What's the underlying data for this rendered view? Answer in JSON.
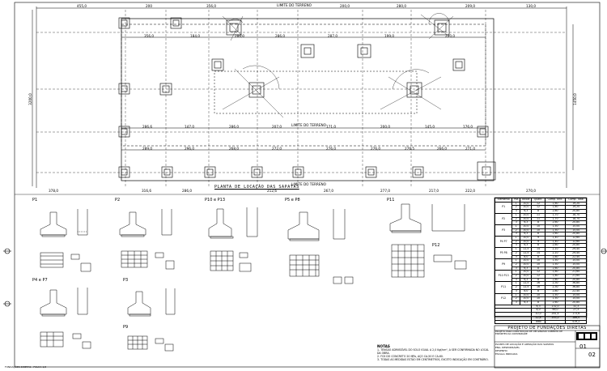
{
  "plan": {
    "title": "PLANTA DE LOCAÇÃO DAS SAPATAS",
    "dim_top": [
      "455,0",
      "200",
      "356,0",
      "200,0",
      "280,0",
      "209,0",
      "130,0"
    ],
    "dim_row1": [
      "356,0",
      "184,0",
      "286,0",
      "286,0",
      "287,0",
      "199,0",
      "220,0"
    ],
    "dim_row2": [
      "286,6",
      "147,0",
      "286,0",
      "207,0",
      "171,0",
      "200,0",
      "145,0",
      "176,0"
    ],
    "dim_row3": [
      "289,0",
      "296,0",
      "268,0",
      "272,0",
      "276,0",
      "276,0",
      "276,5",
      "266,0",
      "271,0"
    ],
    "dim_bottom": [
      "378,0",
      "316,6",
      "286,0",
      "212,6",
      "267,0",
      "277,0",
      "217,0",
      "222,0",
      "270,0"
    ],
    "left_dim": "3200,0",
    "right_dim": "1450,0",
    "boundary_top": "LIMITE DO TERRENO",
    "boundary_mid": "LIMITE DO TERRENO",
    "boundary_bot": "LIMITE DO TERRENO"
  },
  "details": [
    {
      "id": "P1"
    },
    {
      "id": "P2"
    },
    {
      "id": "P10 e P13"
    },
    {
      "id": "P5 e P8"
    },
    {
      "id": "P11"
    },
    {
      "id": "P4 e P7"
    },
    {
      "id": "P3"
    },
    {
      "id": "P9"
    },
    {
      "id": "P12"
    }
  ],
  "table": {
    "headers": [
      "Elemento",
      "Pos",
      "Bitola",
      "Quant.",
      "Comp. Unit.",
      "Comp. Total"
    ],
    "groups": [
      {
        "name": "P1",
        "rows": [
          [
            "1",
            "10,0",
            "12",
            "1,60",
            "19,20"
          ],
          [
            "2",
            "10,0",
            "12",
            "1,60",
            "19,20"
          ],
          [
            "3",
            "6,3",
            "8",
            "2,60",
            "20,80"
          ]
        ]
      },
      {
        "name": "P2",
        "rows": [
          [
            "1",
            "10,0",
            "11",
            "1,70",
            "18,70"
          ],
          [
            "2",
            "10,0",
            "11",
            "1,70",
            "18,70"
          ],
          [
            "3",
            "6,3",
            "8",
            "2,60",
            "20,80"
          ]
        ]
      },
      {
        "name": "P3",
        "rows": [
          [
            "1",
            "10,0",
            "10",
            "1,50",
            "15,00"
          ],
          [
            "2",
            "10,0",
            "10",
            "1,50",
            "15,00"
          ],
          [
            "3",
            "6,3",
            "8",
            "2,60",
            "20,80"
          ]
        ]
      },
      {
        "name": "P4 P7",
        "rows": [
          [
            "1",
            "10,0",
            "9",
            "1,40",
            "12,60"
          ],
          [
            "2",
            "10,0",
            "9",
            "1,40",
            "12,60"
          ],
          [
            "3",
            "6,3",
            "8",
            "2,60",
            "20,80"
          ]
        ]
      },
      {
        "name": "P5 P8",
        "rows": [
          [
            "1",
            "12,5",
            "14",
            "2,10",
            "29,40"
          ],
          [
            "2",
            "12,5",
            "14",
            "2,10",
            "29,40"
          ],
          [
            "3",
            "8,0",
            "8",
            "2,80",
            "22,40"
          ]
        ]
      },
      {
        "name": "P9",
        "rows": [
          [
            "1",
            "10,0",
            "10",
            "1,50",
            "15,00"
          ],
          [
            "2",
            "10,0",
            "10",
            "1,50",
            "15,00"
          ],
          [
            "3",
            "6,3",
            "8",
            "2,60",
            "20,80"
          ]
        ]
      },
      {
        "name": "P10 P13",
        "rows": [
          [
            "1",
            "10,0",
            "12",
            "1,80",
            "21,60"
          ],
          [
            "2",
            "10,0",
            "12",
            "1,80",
            "21,60"
          ],
          [
            "3",
            "6,3",
            "8",
            "2,60",
            "20,80"
          ]
        ]
      },
      {
        "name": "P11",
        "rows": [
          [
            "1",
            "12,5",
            "16",
            "2,30",
            "36,80"
          ],
          [
            "2",
            "12,5",
            "16",
            "2,30",
            "36,80"
          ],
          [
            "3",
            "8,0",
            "8",
            "2,80",
            "22,40"
          ]
        ]
      },
      {
        "name": "P12",
        "rows": [
          [
            "1",
            "10,0",
            "10",
            "1,50",
            "15,00"
          ],
          [
            "2",
            "10,0",
            "10",
            "1,50",
            "15,00"
          ],
          [
            "3",
            "6,3",
            "8",
            "2,60",
            "20,80"
          ]
        ]
      }
    ],
    "totals": [
      [
        "6,3",
        "132,0",
        "32,3"
      ],
      [
        "8,0",
        "69,0",
        "27,3"
      ],
      [
        "10,0",
        "281,4",
        "173,6"
      ],
      [
        "12,5",
        "193,2",
        "186,0"
      ],
      [
        "Total",
        "",
        "419,2"
      ]
    ]
  },
  "notes": {
    "heading": "NOTAS",
    "items": [
      "1- TENSÃO ADMISSÍVEL DO SOLO IGUAL A 2,0 Kgf/cm², A SER CONFIRMADA NO LOCAL DA OBRA.",
      "2- FCK DO CONCRETO 20 MPa, AÇO CA-50 E CA-60.",
      "3- TODAS AS MEDIDAS ESTÃO EM CENTÍMETROS, EXCETO INDICAÇÃO EM CONTRÁRIO."
    ]
  },
  "title_block": {
    "project": "PROJETO DE FUNDAÇÕES DIRETAS",
    "description": "PROJETO PARA CONSTRUÇÃO DE UM GINÁSIO COBERTO DE ESPORTES DA COMUNIDADE",
    "fields": [
      "PLANTA DE LOCAÇÃO E ARMAÇÃO DAS SAPATAS",
      "ENG. RESPONSÁVEL",
      "DESENHO",
      "ESCALA INDICADA"
    ],
    "sheet": "01",
    "sheet_total": "02"
  },
  "footer": "FUNDAÇÕES DIRETAS - FOLHA 1/2"
}
